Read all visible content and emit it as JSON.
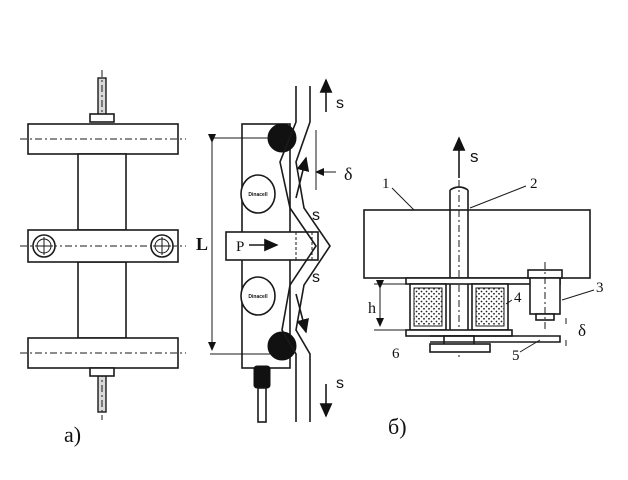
{
  "labels": {
    "fig_a": "а)",
    "fig_b": "б)",
    "L": "L",
    "P": "P",
    "s_top_a": "s",
    "s_mid_upper": "s",
    "s_mid_lower": "s",
    "s_bottom_a": "s",
    "delta_a": "δ",
    "s_top_b": "s",
    "h": "h",
    "delta_b": "δ",
    "brand_upper": "Dinacell",
    "brand_lower": "Dinacell"
  },
  "callouts": {
    "n1": "1",
    "n2": "2",
    "n3": "3",
    "n4": "4",
    "n5": "5",
    "n6": "6"
  }
}
